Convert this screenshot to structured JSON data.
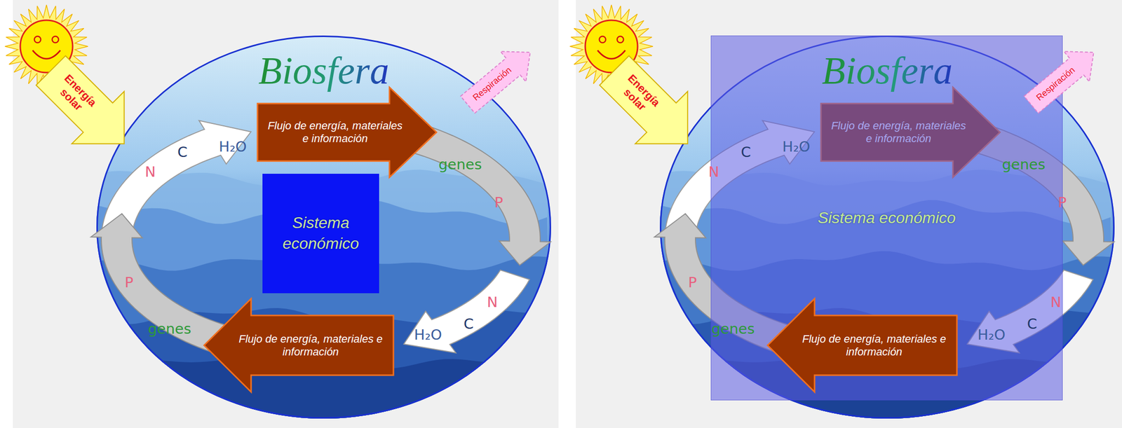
{
  "diagram": {
    "nodes": [
      {
        "text": [
          "Energía solar"
        ]
      },
      {
        "text": [
          "Biosfera"
        ]
      },
      {
        "text": [
          "Respiración"
        ]
      },
      {
        "text": [
          "Flujo de energía, materiales e información"
        ],
        "in": 1
      },
      {
        "text": [
          "Sistema económico"
        ],
        "in": 1
      },
      {
        "text": [
          "Flujo de energía, materiales e información"
        ],
        "in": 1
      },
      {
        "text": [
          "Energía solar"
        ]
      },
      {
        "text": [
          "Biosfera"
        ]
      },
      {
        "text": [
          "Respiración"
        ]
      },
      {
        "text": [
          "Flujo de energía, materiales e información"
        ],
        "in": 7
      },
      {
        "text": [
          "Sistema económico"
        ],
        "in": 7
      },
      {
        "text": [
          "Flujo de energía, materiales e información"
        ],
        "in": 7
      }
    ],
    "labels": [
      "N",
      "C",
      "H₂O",
      "genes",
      "P",
      "N",
      "C",
      "H₂O",
      "P",
      "genes",
      "N",
      "C",
      "H₂O",
      "genes",
      "P",
      "N",
      "C",
      "H₂O",
      "P",
      "genes"
    ]
  }
}
